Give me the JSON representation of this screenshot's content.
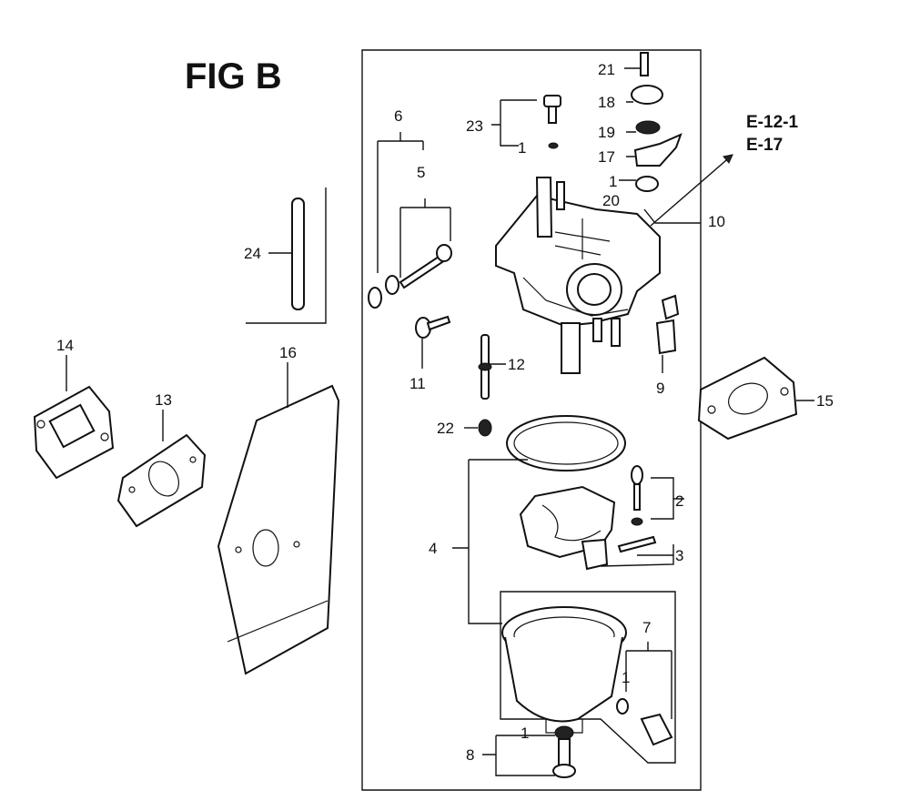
{
  "figure_title": "FIG B",
  "references": [
    "E-12-1",
    "E-17"
  ],
  "callouts": {
    "n1_top": "1",
    "n1_mid": "1",
    "n1_right": "1",
    "n1_bottom": "1",
    "n2": "2",
    "n3": "3",
    "n4": "4",
    "n5": "5",
    "n6": "6",
    "n7": "7",
    "n8": "8",
    "n9": "9",
    "n10": "10",
    "n11": "11",
    "n12": "12",
    "n13": "13",
    "n14": "14",
    "n15": "15",
    "n16": "16",
    "n17": "17",
    "n18": "18",
    "n19": "19",
    "n20": "20",
    "n21": "21",
    "n22": "22",
    "n23": "23",
    "n24": "24"
  }
}
